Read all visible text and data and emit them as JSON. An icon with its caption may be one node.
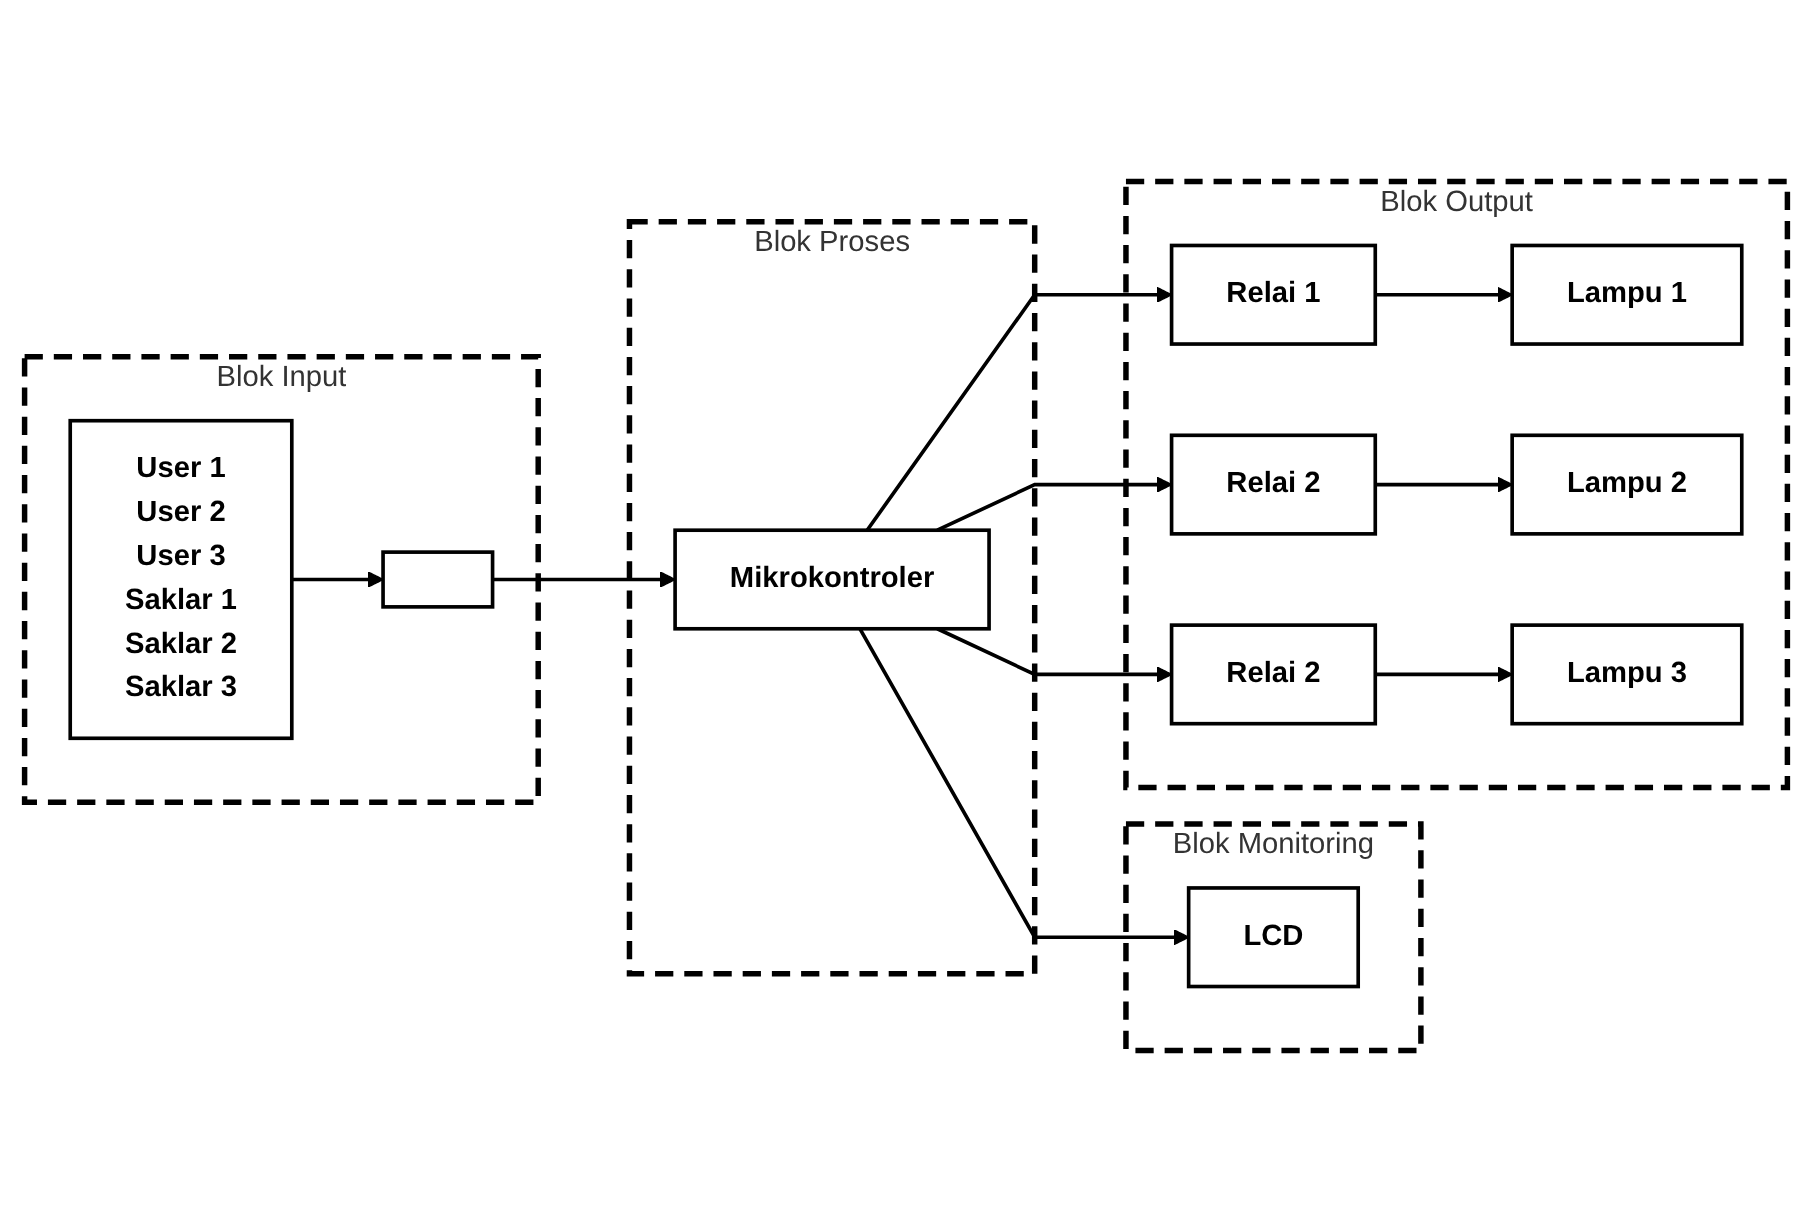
{
  "diagram": {
    "nodes": [
      {
        "text": [
          "Blok Input"
        ]
      },
      {
        "text": [
          "User 1",
          "User 2",
          "User 3",
          "Saklar 1",
          "Saklar 2",
          "Saklar 3"
        ],
        "in": 0
      },
      {
        "text": [],
        "shape": "box",
        "in": 0
      },
      {
        "text": [
          "Blok Proses"
        ]
      },
      {
        "text": [
          "Mikrokontroler"
        ],
        "in": 3
      },
      {
        "text": [
          "Blok Monitoring"
        ]
      },
      {
        "text": [
          "LCD"
        ],
        "in": 5
      },
      {
        "text": [
          "Blok Output"
        ]
      },
      {
        "text": [
          "Relai 1"
        ],
        "in": 7
      },
      {
        "text": [
          "Relai 2"
        ],
        "in": 7
      },
      {
        "text": [
          "Relai 2"
        ],
        "in": 7
      },
      {
        "text": [
          "Lampu 1"
        ],
        "in": 7
      },
      {
        "text": [
          "Lampu 2"
        ],
        "in": 7
      },
      {
        "text": [
          "Lampu 3"
        ],
        "in": 7
      }
    ],
    "edges": [
      {
        "from": 1,
        "to": 2,
        "arrow": "to"
      },
      {
        "from": 2,
        "to": 4,
        "arrow": "to"
      },
      {
        "from": 4,
        "to": 6,
        "arrow": "to"
      },
      {
        "from": 4,
        "to": 8,
        "arrow": "to"
      },
      {
        "from": 4,
        "to": 9,
        "arrow": "to"
      },
      {
        "from": 4,
        "to": 10,
        "arrow": "to"
      },
      {
        "from": 8,
        "to": 11,
        "arrow": "to"
      },
      {
        "from": 9,
        "to": 12,
        "arrow": "to"
      },
      {
        "from": 10,
        "to": 13,
        "arrow": "to"
      }
    ]
  }
}
